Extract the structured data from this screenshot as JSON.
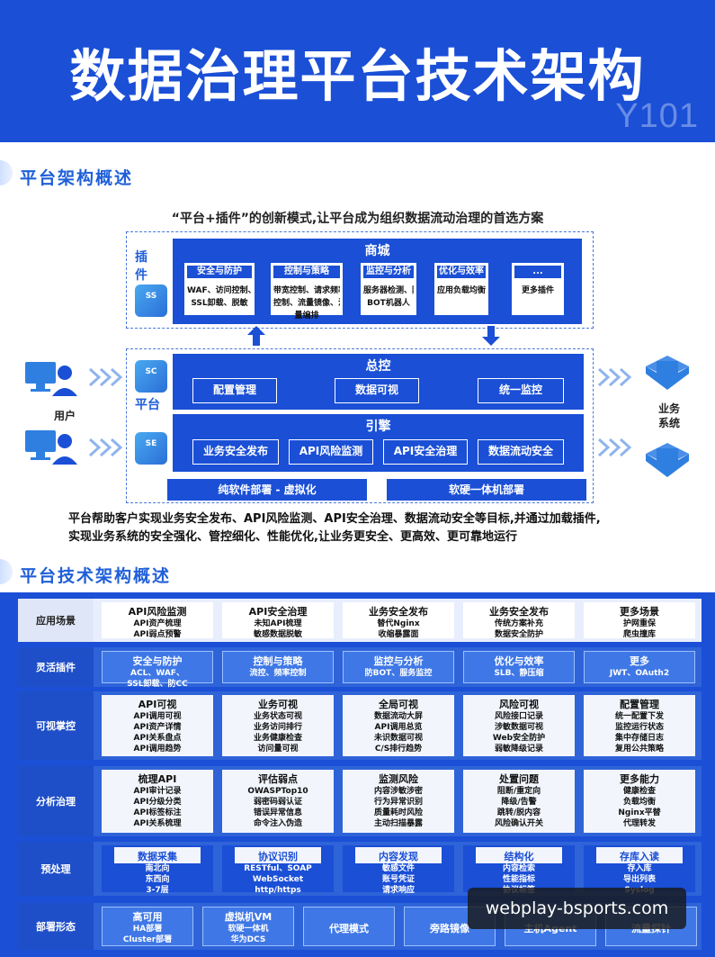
{
  "header": {
    "title": "数据治理平台技术架构",
    "code": "Y101"
  },
  "section1": {
    "title": "平台架构概述",
    "subtitle": "“平台+插件”的创新模式,让平台成为组织数据流动治理的首选方案",
    "plugin_label": "插件",
    "plugin_badge": "SS",
    "store_title": "商城",
    "store_cards": [
      {
        "head": "安全与防护",
        "lines": [
          "WAF、访问控制、",
          "SSL卸载、脱敏"
        ]
      },
      {
        "head": "控制与策略",
        "lines": [
          "带宽控制、请求频率",
          "控制、流量镜像、流",
          "量编排"
        ]
      },
      {
        "head": "监控与分析",
        "lines": [
          "服务器检测、防",
          "BOT机器人"
        ]
      },
      {
        "head": "优化与效率",
        "lines": [
          "应用负载均衡"
        ]
      },
      {
        "head": "...",
        "lines": [
          "更多插件"
        ]
      }
    ],
    "platform_label": "平台",
    "control_badge": "SC",
    "engine_badge": "SE",
    "control_title": "总控",
    "control_items": [
      "配置管理",
      "数据可视",
      "统一监控"
    ],
    "engine_title": "引擎",
    "engine_items": [
      "业务安全发布",
      "API风险监测",
      "API安全治理",
      "数据流动安全"
    ],
    "deploy_items": [
      "纯软件部署 - 虚拟化",
      "软硬一体机部署"
    ],
    "user_label": "用户",
    "biz_label": [
      "业务",
      "系统"
    ],
    "desc_lines": [
      "平台帮助客户实现业务安全发布、API风险监测、API安全治理、数据流动安全等目标,并通过加载插件,",
      "实现业务系统的安全强化、管控细化、性能优化,让业务更安全、更高效、更可靠地运行"
    ]
  },
  "section2": {
    "title": "平台技术架构概述",
    "scenario_label": "应用场景",
    "scenarios": [
      {
        "head": "API风险监测",
        "lines": [
          "API资产梳理",
          "API弱点预警"
        ]
      },
      {
        "head": "API安全治理",
        "lines": [
          "未知API梳理",
          "敏感数据脱敏"
        ]
      },
      {
        "head": "业务安全发布",
        "lines": [
          "替代Nginx",
          "收缩暴露面"
        ]
      },
      {
        "head": "业务安全发布",
        "lines": [
          "传统方案补充",
          "数据安全防护"
        ]
      },
      {
        "head": "更多场景",
        "lines": [
          "护网重保",
          "爬虫撞库"
        ]
      }
    ],
    "plugin_row_label": "灵活插件",
    "plugins": [
      {
        "head": "安全与防护",
        "lines": [
          "ACL、WAF、",
          "SSL卸载、防CC"
        ]
      },
      {
        "head": "控制与策略",
        "lines": [
          "流控、频率控制"
        ]
      },
      {
        "head": "监控与分析",
        "lines": [
          "防BOT、服务监控"
        ]
      },
      {
        "head": "优化与效率",
        "lines": [
          "SLB、静压缩"
        ]
      },
      {
        "head": "更多",
        "lines": [
          "JWT、OAuth2"
        ]
      }
    ],
    "visual_label": "可视掌控",
    "visuals": [
      {
        "head": "API可视",
        "lines": [
          "API调用可视",
          "API资产详情",
          "API关系盘点",
          "API调用趋势"
        ]
      },
      {
        "head": "业务可视",
        "lines": [
          "业务状态可视",
          "业务访问排行",
          "业务健康检查",
          "访问量可视"
        ]
      },
      {
        "head": "全局可视",
        "lines": [
          "数据流动大屏",
          "API调用总览",
          "未识数据可视",
          "C/S排行趋势"
        ]
      },
      {
        "head": "风险可视",
        "lines": [
          "风险接口记录",
          "涉敏数据可视",
          "Web安全防护",
          "弱敏降级记录"
        ]
      },
      {
        "head": "配置管理",
        "lines": [
          "统一配置下发",
          "监控运行状态",
          "集中存储日志",
          "复用公共策略"
        ]
      }
    ],
    "analysis_label": "分析治理",
    "analyses": [
      {
        "head": "梳理API",
        "lines": [
          "API审计记录",
          "API分级分类",
          "API标签标注",
          "API关系梳理"
        ]
      },
      {
        "head": "评估弱点",
        "lines": [
          "OWASPTop10",
          "弱密码弱认证",
          "错误异常信息",
          "命令注入伪造"
        ]
      },
      {
        "head": "监测风险",
        "lines": [
          "内容涉敏涉密",
          "行为异常识别",
          "质量耗时风险",
          "主动扫描暴露"
        ]
      },
      {
        "head": "处置问题",
        "lines": [
          "阻断/重定向",
          "降级/告警",
          "跳转/脱内容",
          "风险确认开关"
        ]
      },
      {
        "head": "更多能力",
        "lines": [
          "健康检查",
          "负载均衡",
          "Nginx平替",
          "代理转发"
        ]
      }
    ],
    "pre_label": "预处理",
    "pres": [
      {
        "head": "数据采集",
        "lines": [
          "南北向",
          "东西向",
          "3-7层"
        ]
      },
      {
        "head": "协议识别",
        "lines": [
          "RESTful、SOAP",
          "WebSocket",
          "http/https"
        ]
      },
      {
        "head": "内容发现",
        "lines": [
          "敏感文件",
          "账号凭证",
          "请求响应"
        ]
      },
      {
        "head": "结构化",
        "lines": [
          "内容检索",
          "性能指标",
          "协议标签"
        ]
      },
      {
        "head": "存库入读",
        "lines": [
          "存入库",
          "导出列表",
          "Syslog"
        ]
      }
    ],
    "deploy_label": "部署形态",
    "deploys": [
      {
        "head": "高可用",
        "lines": [
          "HA部署",
          "Cluster部署"
        ]
      },
      {
        "head": "虚拟机VM",
        "lines": [
          "软硬一体机",
          "华为DCS"
        ]
      },
      {
        "head": "代理模式",
        "lines": []
      },
      {
        "head": "旁路镜像",
        "lines": []
      },
      {
        "head": "主机Agent",
        "lines": []
      },
      {
        "head": "流量探针",
        "lines": []
      }
    ]
  },
  "watermark": "webplay-bsports.com",
  "colors": {
    "brand": "#1a4fd6",
    "accent": "#1f5fd8",
    "panel": "#e8eefc"
  }
}
